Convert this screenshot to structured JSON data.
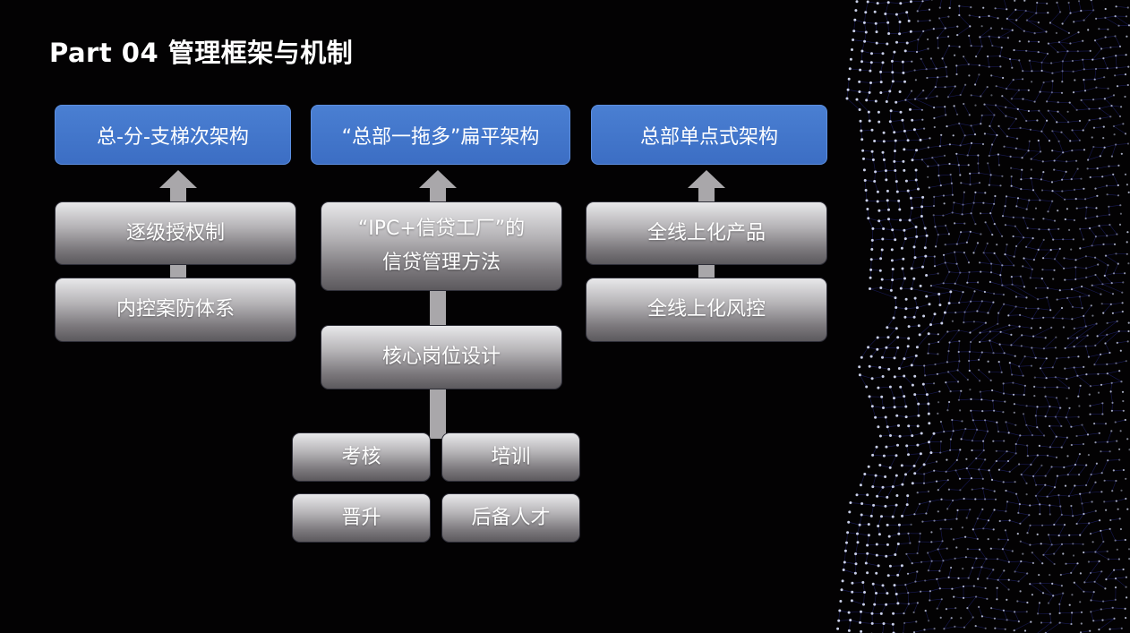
{
  "title": "Part 04 管理框架与机制",
  "columns": [
    {
      "header": "总-分-支梯次架构",
      "items": [
        "逐级授权制",
        "内控案防体系"
      ]
    },
    {
      "header": "“总部一拖多”扁平架构",
      "method_line1": "“IPC+信贷工厂”的",
      "method_line2": "信贷管理方法",
      "core": "核心岗位设计",
      "sub_items": [
        "考核",
        "培训",
        "晋升",
        "后备人才"
      ]
    },
    {
      "header": "总部单点式架构",
      "items": [
        "全线上化产品",
        "全线上化风控"
      ]
    }
  ],
  "colors": {
    "background": "#030203",
    "header_blue": "#4472C4",
    "arrow_gray": "#a9a7aa",
    "dots": "#dfe6ff",
    "mesh": "#2a2f9e"
  }
}
